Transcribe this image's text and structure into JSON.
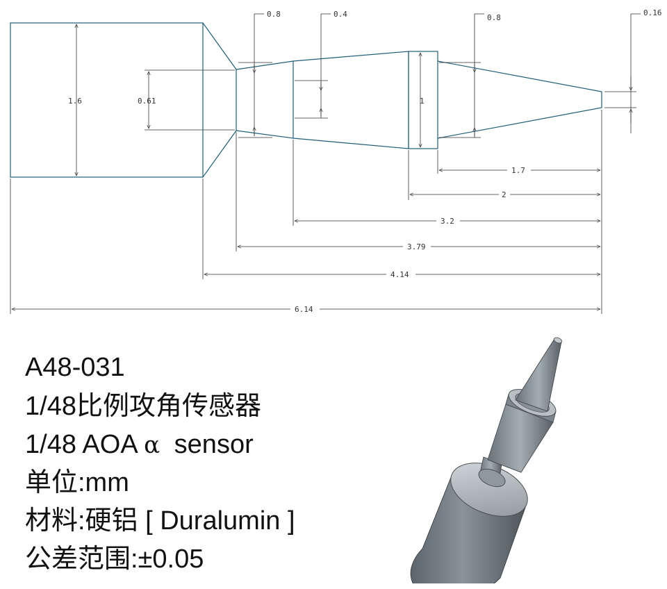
{
  "dimensions": {
    "dia_body": "1.6",
    "dia_neck": "0.61",
    "dia_collar": "1",
    "dia_tip": "0.16",
    "callout_a": "0.8",
    "callout_b": "0.4",
    "callout_c": "0.8",
    "len_1": "1.7",
    "len_2": "2",
    "len_3": "3.2",
    "len_4": "3.79",
    "len_5": "4.14",
    "len_6": "6.14"
  },
  "spec": {
    "part_no": "A48-031",
    "title_cn": "1/48比例攻角传感器",
    "title_en_prefix": "1/48 AOA",
    "title_en_symbol": "α",
    "title_en_suffix": "sensor",
    "unit": "单位:mm",
    "material": "材料:硬铝 [ Duralumin ]",
    "tolerance": "公差范围:±0.05"
  },
  "colors": {
    "outline": "#1f5f7a",
    "dimension": "#333333",
    "render_metal": "#7f8890"
  }
}
